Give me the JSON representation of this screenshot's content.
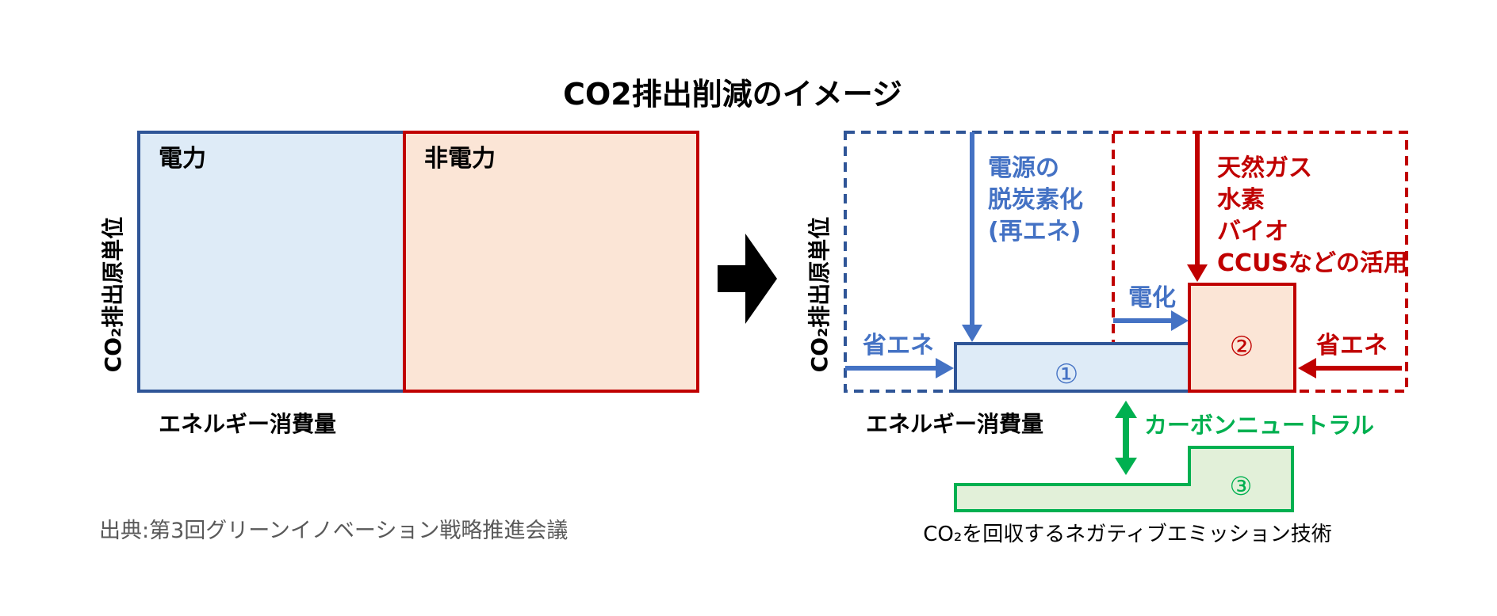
{
  "title": "CO2排出削減のイメージ",
  "left": {
    "y_axis_label": "CO₂排出原単位",
    "x_axis_label": "エネルギー消費量",
    "blocks": {
      "electric": "電力",
      "non_electric": "非電力"
    }
  },
  "right": {
    "y_axis_label": "CO₂排出原単位",
    "x_axis_label": "エネルギー消費量",
    "power_decarb": [
      "電源の",
      "脱炭素化",
      "(再エネ)"
    ],
    "electrify": "電化",
    "non_power": [
      "天然ガス",
      "水素",
      "バイオ",
      "CCUSなどの活用"
    ],
    "energy_saving_left": "省エネ",
    "energy_saving_right": "省エネ",
    "marker_1": "①",
    "marker_2": "②",
    "marker_3": "③",
    "carbon_neutral": "カーボンニュートラル",
    "negative_tech": "CO₂を回収するネガティブエミッション技術"
  },
  "source": "出典:第3回グリーンイノベーション戦略推進会議",
  "colors": {
    "blue": "#2F5597",
    "blue_text": "#4472C4",
    "blue_fill": "#DEEBF7",
    "red": "#C00000",
    "red_fill": "#FBE5D6",
    "green": "#00B050",
    "green_fill": "#E2F0D9",
    "black": "#000000",
    "gray": "#595959"
  }
}
